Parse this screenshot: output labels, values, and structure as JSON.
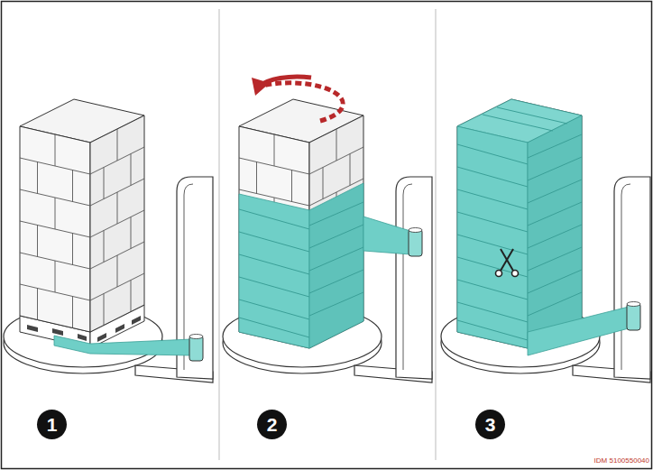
{
  "diagram": {
    "nodes": [
      {
        "text": [
          "1"
        ]
      },
      {
        "text": [
          "2"
        ]
      },
      {
        "text": [
          "3"
        ]
      }
    ],
    "labels": [
      "IDM 5100550040"
    ]
  }
}
